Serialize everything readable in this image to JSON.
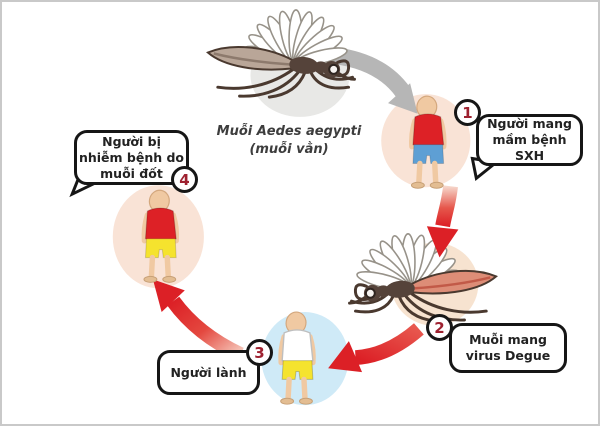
{
  "diagram": {
    "mosquito_label": {
      "lines": [
        "Muỗi Aedes aegypti",
        "(muỗi vằn)"
      ]
    },
    "steps": [
      {
        "number": "1",
        "lines": [
          "Người mang",
          "mầm bệnh SXH"
        ]
      },
      {
        "number": "2",
        "lines": [
          "Muỗi mang",
          "virus Degue"
        ]
      },
      {
        "number": "3",
        "lines": [
          "Người lành"
        ]
      },
      {
        "number": "4",
        "lines": [
          "Người bị",
          "nhiễm bệnh do",
          "muỗi đốt"
        ]
      }
    ]
  },
  "colors": {
    "arrow_red": "#dc2026",
    "arrow_gray": "#b6b6b6",
    "bubble_border": "#161616",
    "step_number_red": "#9e2130",
    "circle_peach": "#f9e3d6",
    "circle_cream": "#f7e3d0",
    "circle_blue": "#cfeaf7",
    "circle_gray": "#e8e8e6",
    "shirt_red": "#dd2126",
    "shirt_white": "#ffffff",
    "shorts_blue": "#5e9fd4",
    "shorts_yellow": "#f5e32e",
    "skin": "#f0c9a2",
    "mosquito_body": "#55433a",
    "mosquito_wing": "#b9a698",
    "mosquito_blood": "#dd8d77"
  }
}
